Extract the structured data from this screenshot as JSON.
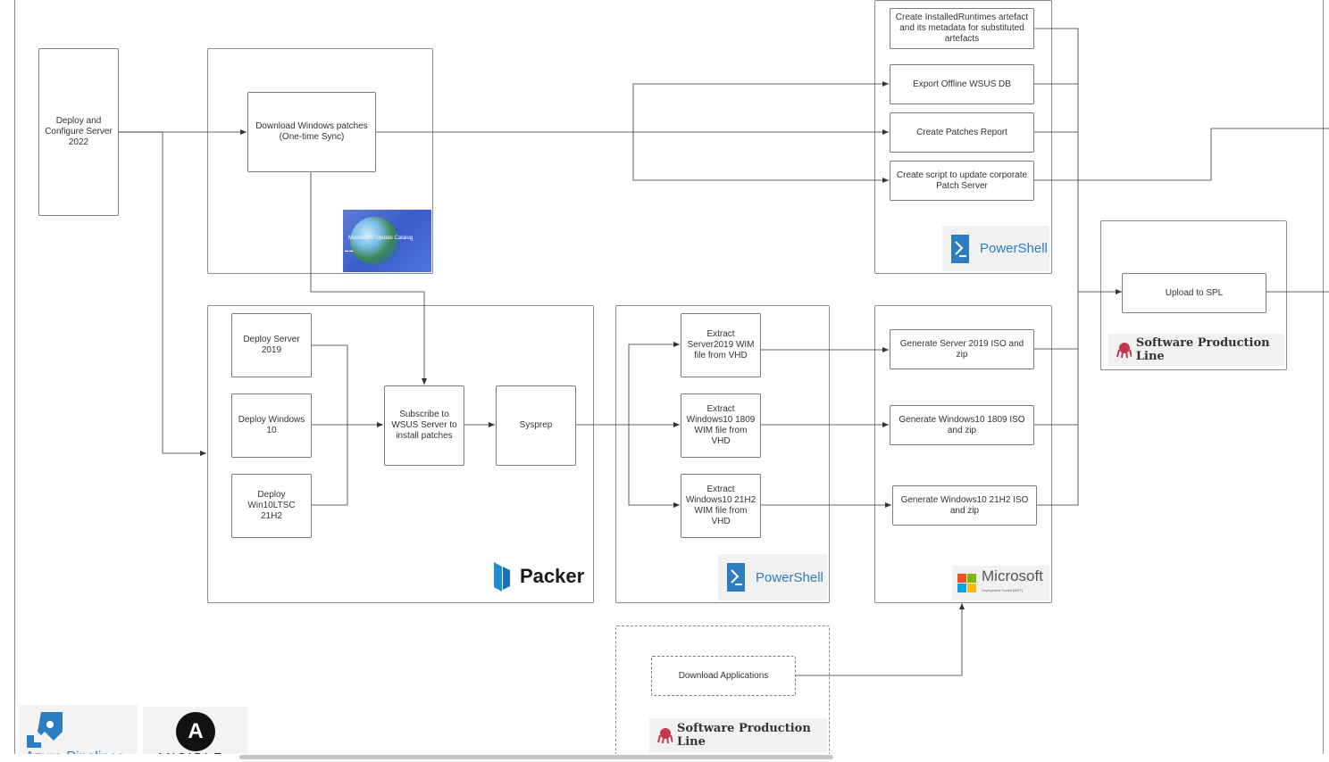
{
  "nodes": {
    "deploy_configure": "Deploy and\nConfigure Server\n2022",
    "download_patches": "Download Windows patches\n(One-time Sync)",
    "create_installed": "Create InstalledRuntimes artefact\nand its metadata for substituted\nartefacts",
    "export_wsus": "Export Offline WSUS DB",
    "patches_report": "Create Patches Report",
    "update_script": "Create script to update corporate\nPatch Server",
    "upload_spl": "Upload to SPL",
    "deploy_2019": "Deploy Server\n2019",
    "deploy_win10": "Deploy Windows\n10",
    "deploy_ltsc": "Deploy\nWin10LTSC\n21H2",
    "subscribe_wsus": "Subscribe to\nWSUS Server to\ninstall patches",
    "sysprep": "Sysprep",
    "extract_2019": "Extract\nServer2019 WIM\nfile from VHD",
    "extract_1809": "Extract\nWindows10 1809\nWIM file from\nVHD",
    "extract_21h2": "Extract\nWindows10 21H2\nWIM file from\nVHD",
    "gen_2019": "Generate  Server 2019 ISO and\nzip",
    "gen_1809": "Generate  Windows10 1809 ISO\nand zip",
    "gen_21h2": "Generate  Windows10 21H2 ISO\nand zip",
    "download_apps": "Download Applications"
  },
  "logos": {
    "catalog_title": "Microsoft® Update Catalog",
    "powershell": "PowerShell",
    "packer": "Packer",
    "spl": "Software Production Line",
    "microsoft": "Microsoft",
    "microsoft_sub": "Deployment Toolkit (MDT)",
    "azure": "Azure Pipelines",
    "ansible": "ANSIBLE",
    "ansible_mark": "A"
  },
  "colors": {
    "line": "#333333",
    "border": "#8c8c8c",
    "powershell_blue": "#2d7dc1",
    "packer_blue": "#1d8cd8",
    "spl_red": "#c2374e",
    "ms_red": "#f25022",
    "ms_green": "#7fba00",
    "ms_blue": "#00a4ef",
    "ms_yellow": "#ffb900"
  }
}
